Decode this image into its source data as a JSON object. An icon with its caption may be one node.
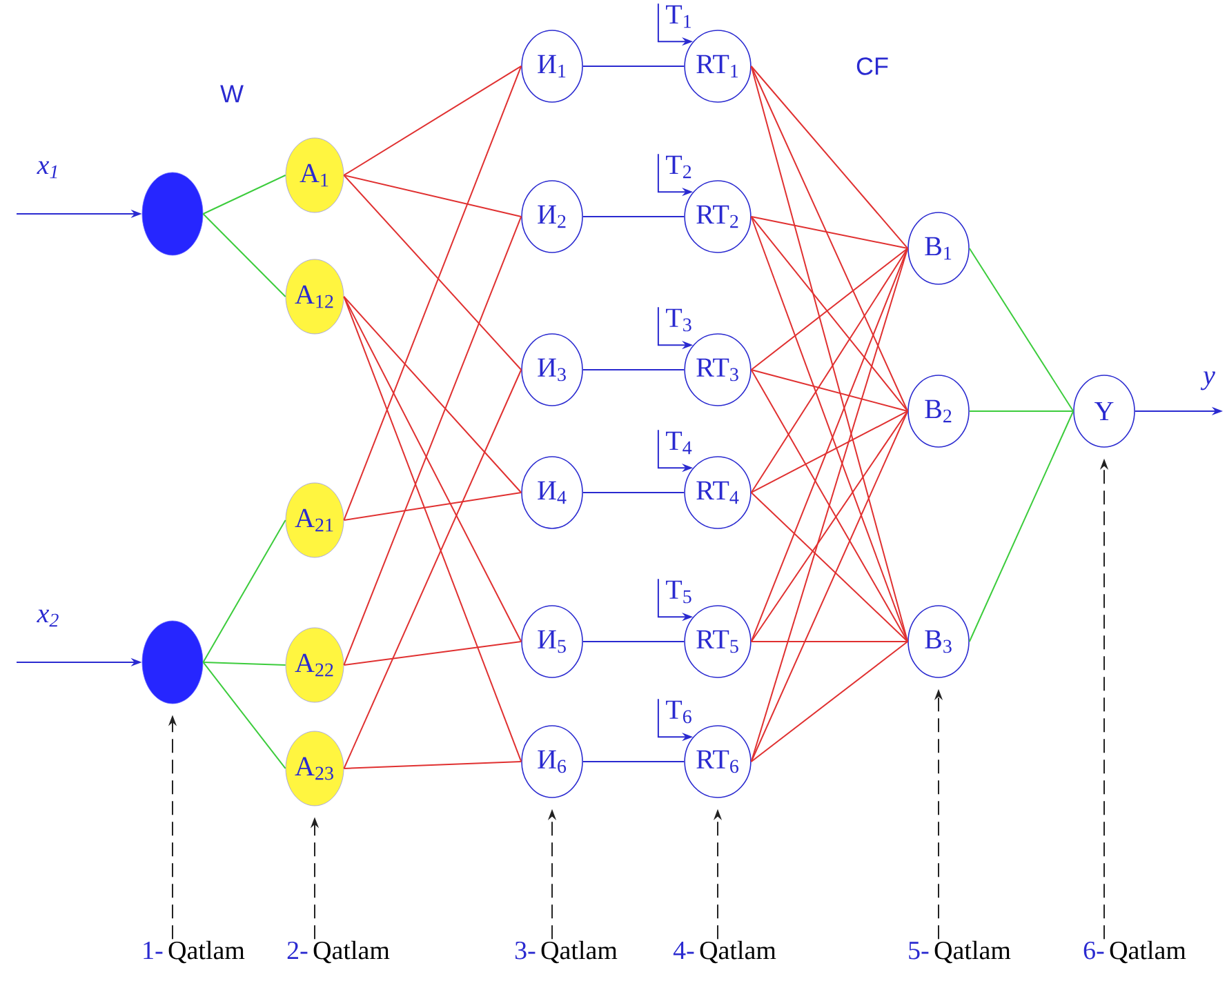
{
  "diagram": {
    "nodes": [
      {
        "text": [],
        "shape": "circle"
      },
      {
        "text": [],
        "shape": "circle"
      },
      {
        "text": [
          "A$_{1}$"
        ]
      },
      {
        "text": [
          "A$_{12}$"
        ]
      },
      {
        "text": [
          "A$_{21}$"
        ]
      },
      {
        "text": [
          "A$_{22}$"
        ]
      },
      {
        "text": [
          "A$_{23}$"
        ]
      },
      {
        "text": [
          "И$_{1}$"
        ]
      },
      {
        "text": [
          "И$_{2}$"
        ]
      },
      {
        "text": [
          "И$_{3}$"
        ]
      },
      {
        "text": [
          "И$_{4}$"
        ]
      },
      {
        "text": [
          "И$_{5}$"
        ]
      },
      {
        "text": [
          "И$_{6}$"
        ]
      },
      {
        "text": [
          "T$_{1}$"
        ]
      },
      {
        "text": [
          "T$_{2}$"
        ]
      },
      {
        "text": [
          "T$_{3}$"
        ]
      },
      {
        "text": [
          "T$_{4}$"
        ]
      },
      {
        "text": [
          "T$_{5}$"
        ]
      },
      {
        "text": [
          "T$_{6}$"
        ]
      },
      {
        "text": [
          "RT$_{1}$"
        ]
      },
      {
        "text": [
          "RT$_{2}$"
        ]
      },
      {
        "text": [
          "RT$_{3}$"
        ]
      },
      {
        "text": [
          "RT$_{4}$"
        ]
      },
      {
        "text": [
          "RT$_{5}$"
        ]
      },
      {
        "text": [
          "RT$_{6}$"
        ]
      },
      {
        "text": [
          "B$_{1}$"
        ]
      },
      {
        "text": [
          "B$_{2}$"
        ]
      },
      {
        "text": [
          "B$_{3}$"
        ]
      },
      {
        "text": [
          "Y"
        ]
      },
      {
        "text": [
          "1-",
          "Qatlam"
        ]
      },
      {
        "text": [
          "2-",
          "Qatlam"
        ]
      },
      {
        "text": [
          "3-",
          "Qatlam"
        ]
      },
      {
        "text": [
          "4-",
          "Qatlam"
        ]
      },
      {
        "text": [
          "5-",
          "Qatlam"
        ]
      },
      {
        "text": [
          "6-",
          "Qatlam"
        ]
      }
    ],
    "edges": [
      {
        "from": null,
        "to": 0,
        "arrow": "to",
        "label": "x$_{1}$",
        "color": "#2a2ad0"
      },
      {
        "from": null,
        "to": 1,
        "arrow": "to",
        "label": "x$_{2}$",
        "color": "#2a2ad0"
      },
      {
        "from": 0,
        "to": 2,
        "arrow": "none",
        "color": "#3ccc3c"
      },
      {
        "from": 0,
        "to": 3,
        "arrow": "none",
        "color": "#3ccc3c"
      },
      {
        "from": 1,
        "to": 4,
        "arrow": "none",
        "color": "#3ccc3c"
      },
      {
        "from": 1,
        "to": 5,
        "arrow": "none",
        "color": "#3ccc3c"
      },
      {
        "from": 1,
        "to": 6,
        "arrow": "none",
        "color": "#3ccc3c"
      },
      {
        "from": 2,
        "to": 7,
        "arrow": "none"
      },
      {
        "from": 2,
        "to": 8,
        "arrow": "none"
      },
      {
        "from": 2,
        "to": 9,
        "arrow": "none"
      },
      {
        "from": 3,
        "to": 10,
        "arrow": "none"
      },
      {
        "from": 3,
        "to": 11,
        "arrow": "none"
      },
      {
        "from": 3,
        "to": 12,
        "arrow": "none"
      },
      {
        "from": 4,
        "to": 7,
        "arrow": "none"
      },
      {
        "from": 4,
        "to": 10,
        "arrow": "none"
      },
      {
        "from": 5,
        "to": 8,
        "arrow": "none"
      },
      {
        "from": 5,
        "to": 11,
        "arrow": "none"
      },
      {
        "from": 6,
        "to": 9,
        "arrow": "none"
      },
      {
        "from": 6,
        "to": 12,
        "arrow": "none"
      },
      {
        "from": 7,
        "to": 19,
        "arrow": "none",
        "color": "#2a2ad0"
      },
      {
        "from": 8,
        "to": 20,
        "arrow": "none",
        "color": "#2a2ad0"
      },
      {
        "from": 9,
        "to": 21,
        "arrow": "none",
        "color": "#2a2ad0"
      },
      {
        "from": 10,
        "to": 22,
        "arrow": "none",
        "color": "#2a2ad0"
      },
      {
        "from": 11,
        "to": 23,
        "arrow": "none",
        "color": "#2a2ad0"
      },
      {
        "from": 12,
        "to": 24,
        "arrow": "none",
        "color": "#2a2ad0"
      },
      {
        "from": 13,
        "to": 19,
        "arrow": "to",
        "color": "#2a2ad0"
      },
      {
        "from": 14,
        "to": 20,
        "arrow": "to",
        "color": "#2a2ad0"
      },
      {
        "from": 15,
        "to": 21,
        "arrow": "to",
        "color": "#2a2ad0"
      },
      {
        "from": 16,
        "to": 22,
        "arrow": "to",
        "color": "#2a2ad0"
      },
      {
        "from": 17,
        "to": 23,
        "arrow": "to",
        "color": "#2a2ad0"
      },
      {
        "from": 18,
        "to": 24,
        "arrow": "to",
        "color": "#2a2ad0"
      },
      {
        "from": 19,
        "to": 25,
        "arrow": "none"
      },
      {
        "from": 19,
        "to": 26,
        "arrow": "none"
      },
      {
        "from": 19,
        "to": 27,
        "arrow": "none"
      },
      {
        "from": 20,
        "to": 25,
        "arrow": "none"
      },
      {
        "from": 20,
        "to": 26,
        "arrow": "none"
      },
      {
        "from": 20,
        "to": 27,
        "arrow": "none"
      },
      {
        "from": 21,
        "to": 25,
        "arrow": "none"
      },
      {
        "from": 21,
        "to": 26,
        "arrow": "none"
      },
      {
        "from": 21,
        "to": 27,
        "arrow": "none"
      },
      {
        "from": 22,
        "to": 25,
        "arrow": "none"
      },
      {
        "from": 22,
        "to": 26,
        "arrow": "none"
      },
      {
        "from": 22,
        "to": 27,
        "arrow": "none"
      },
      {
        "from": 23,
        "to": 25,
        "arrow": "none"
      },
      {
        "from": 23,
        "to": 26,
        "arrow": "none"
      },
      {
        "from": 23,
        "to": 27,
        "arrow": "none"
      },
      {
        "from": 24,
        "to": 25,
        "arrow": "none"
      },
      {
        "from": 24,
        "to": 26,
        "arrow": "none"
      },
      {
        "from": 24,
        "to": 27,
        "arrow": "none"
      },
      {
        "from": 25,
        "to": 28,
        "arrow": "none",
        "color": "#3ccc3c"
      },
      {
        "from": 26,
        "to": 28,
        "arrow": "none",
        "color": "#3ccc3c"
      },
      {
        "from": 27,
        "to": 28,
        "arrow": "none",
        "color": "#3ccc3c"
      },
      {
        "from": 28,
        "to": null,
        "arrow": "to",
        "label": "y",
        "color": "#2a2ad0"
      },
      {
        "from": 29,
        "to": 1,
        "arrow": "to",
        "style": "dashed",
        "color": "#222222"
      },
      {
        "from": 30,
        "to": 6,
        "arrow": "to",
        "style": "dashed",
        "color": "#222222"
      },
      {
        "from": 31,
        "to": 12,
        "arrow": "to",
        "style": "dashed",
        "color": "#222222"
      },
      {
        "from": 32,
        "to": 24,
        "arrow": "to",
        "style": "dashed",
        "color": "#222222"
      },
      {
        "from": 33,
        "to": 27,
        "arrow": "to",
        "style": "dashed",
        "color": "#222222"
      },
      {
        "from": 34,
        "to": 28,
        "arrow": "to",
        "style": "dashed",
        "color": "#222222"
      }
    ],
    "labels": [
      "W",
      "CF"
    ]
  }
}
